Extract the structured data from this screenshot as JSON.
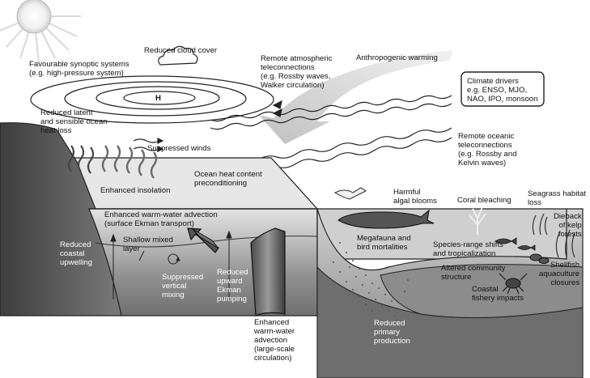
{
  "labels": {
    "favourable_synoptic": "Favourable synoptic systems\n(e.g. high-pressure system)",
    "reduced_cloud": "Reduced cloud cover",
    "remote_atmospheric": "Remote atmospheric\nteleconnections\n(e.g. Rossby waves,\nWalker circulation)",
    "anthropogenic": "Anthropogenic warming",
    "climate_drivers": "Climate drivers\ne.g. ENSO, MJO,\nNAO, IPO, monsoon",
    "high_pressure_symbol": "H",
    "reduced_latent": "Reduced latent\nand sensible ocean\nheat loss",
    "suppressed_winds": "Suppressed winds",
    "remote_oceanic": "Remote oceanic\nteleconnections\n(e.g. Rossby and\nKelvin waves)",
    "ocean_heat_content": "Ocean heat content\npreconditioning",
    "enhanced_insolation": "Enhanced insolation",
    "harmful_algal": "Harmful\nalgal blooms",
    "coral_bleaching": "Coral bleaching",
    "seagrass": "Seagrass habitat\nloss",
    "enhanced_ww_advection_surface": "Enhanced warm-water advection\n(surface Ekman transport)",
    "dieback_kelp": "Dieback\nof kelp\nforests",
    "megafauna": "Megafauna and\nbird mortalities",
    "species_range": "Species-range shifts\nand tropicalization",
    "reduced_coastal_upwelling": "Reduced\ncoastal\nupwelling",
    "shallow_mixed_layer": "Shallow mixed\nlayer",
    "shellfish": "Shellfish\naquaculture\nclosures",
    "altered_community": "Altered community\nstructure",
    "suppressed_vertical_mixing": "Suppressed\nvertical\nmixing",
    "reduced_upward_ekman": "Reduced\nupward\nEkman\npumping",
    "coastal_fishery": "Coastal\nfishery impacts",
    "reduced_primary_production": "Reduced\nprimary\nproduction",
    "enhanced_ww_advection_large": "Enhanced\nwarm-water\nadvection\n(large-scale\ncirculation)"
  },
  "colors": {
    "background": "#ffffff",
    "ocean_surface": "#d9d9d9",
    "ocean_mid": "#9a9a9a",
    "ocean_deep": "#555555",
    "land": "#6b6b6b",
    "arrow_gray": "#c8c8c8",
    "text": "#111111"
  }
}
